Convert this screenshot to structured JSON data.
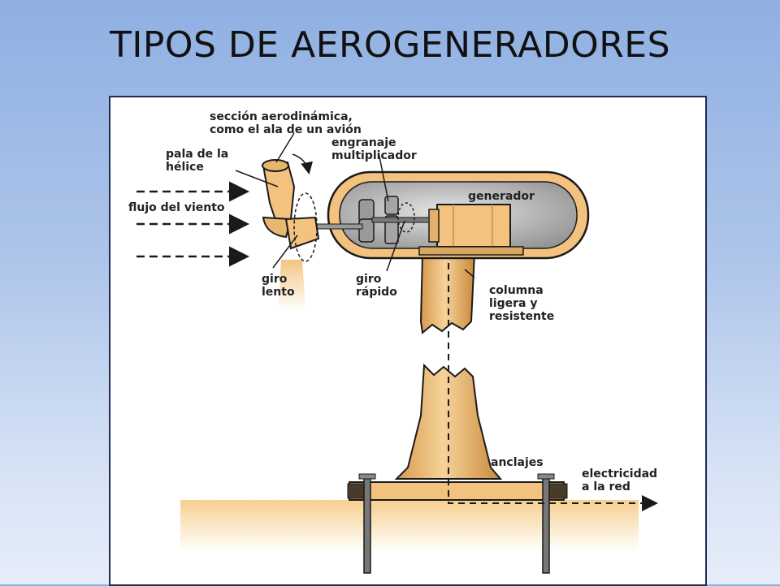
{
  "slide": {
    "title": "TIPOS DE AEROGENERADORES"
  },
  "diagram": {
    "labels": {
      "seccion_line1": "sección aerodinámica,",
      "seccion_line2": "como el ala de un avión",
      "pala_line1": "pala de la",
      "pala_line2": "hélice",
      "flujo": "flujo del viento",
      "engranaje_line1": "engranaje",
      "engranaje_line2": "multiplicador",
      "generador": "generador",
      "giro_lento_line1": "giro",
      "giro_lento_line2": "lento",
      "giro_rapido_line1": "giro",
      "giro_rapido_line2": "rápido",
      "columna_line1": "columna",
      "columna_line2": "ligera y",
      "columna_line3": "resistente",
      "anclajes": "anclajes",
      "electricidad_line1": "electricidad",
      "electricidad_line2": "a la red"
    },
    "colors": {
      "tan": "#f2c27e",
      "tan_dark": "#c98f3f",
      "gray": "#b7b7b7",
      "outline": "#1a1a1a"
    }
  }
}
